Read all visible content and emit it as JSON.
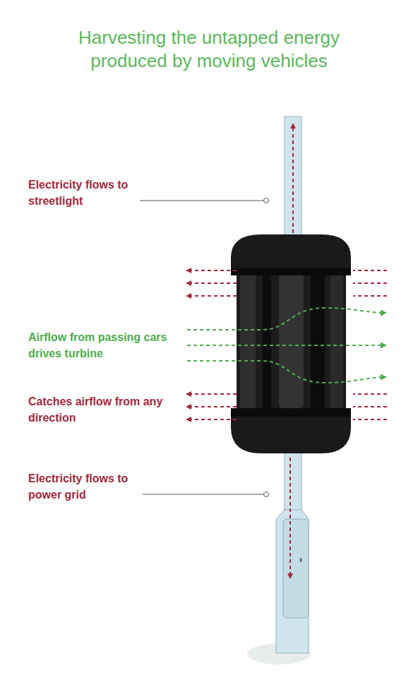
{
  "diagram": {
    "title": "Harvesting the untapped energy produced by moving vehicles",
    "labels": [
      "Electricity flows to streetlight",
      "Airflow from passing cars drives turbine",
      "Catches airflow from any direction",
      "Electricity flows to power grid"
    ]
  }
}
